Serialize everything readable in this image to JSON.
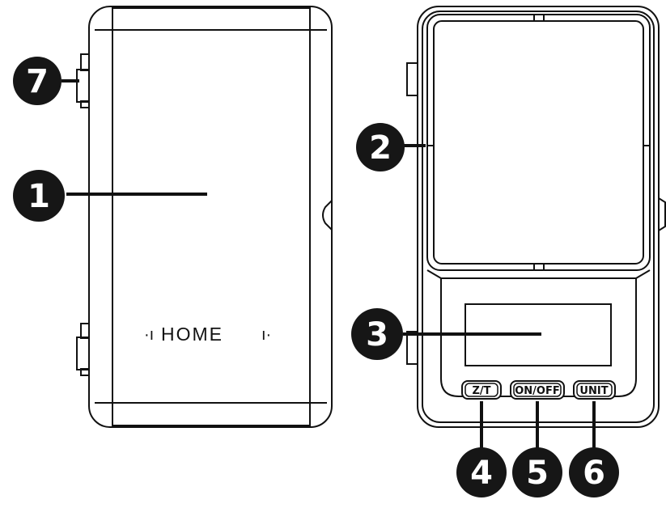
{
  "brand": {
    "logo_text": "HOME"
  },
  "buttons": {
    "zero_tare": "Z/T",
    "power": "ON/OFF",
    "unit": "UNIT"
  },
  "callouts": {
    "c1": "1",
    "c2": "2",
    "c3": "3",
    "c4": "4",
    "c5": "5",
    "c6": "6",
    "c7": "7"
  },
  "colors": {
    "outline": "#111111",
    "callout_fill": "#161616",
    "background": "#ffffff"
  }
}
